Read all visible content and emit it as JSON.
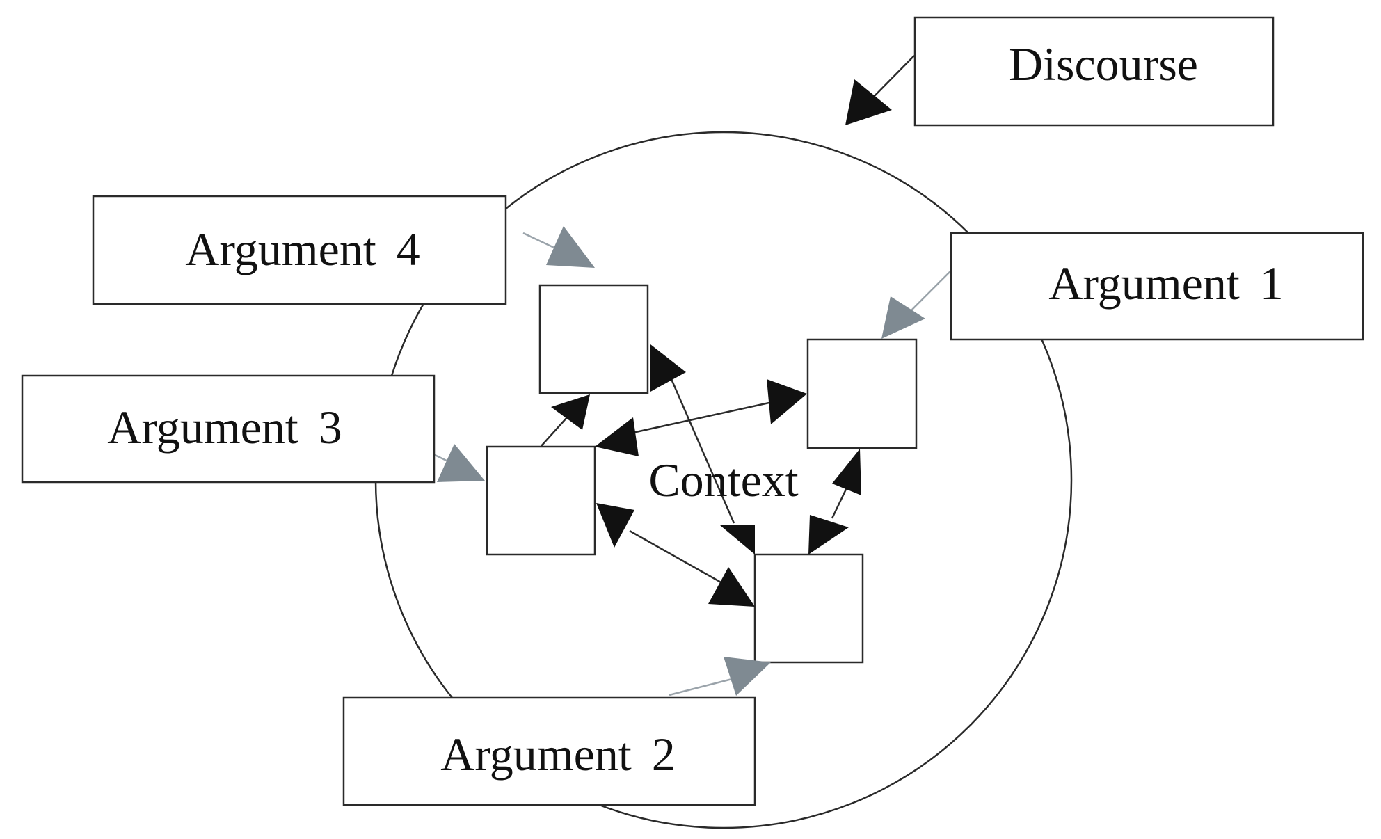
{
  "labels": {
    "discourse": "Discourse",
    "argument_1": "Argument 1",
    "argument_2": "Argument 2",
    "argument_3": "Argument 3",
    "argument_4": "Argument 4",
    "context": "Context"
  },
  "colors": {
    "background": "#ffffff",
    "stroke": "#2a2a2a",
    "black_arrow": "#111111",
    "grey_arrow": "#7f8a92"
  }
}
